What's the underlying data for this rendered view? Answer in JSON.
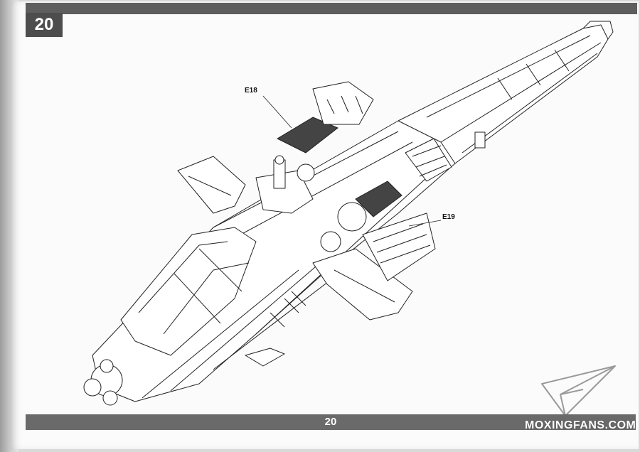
{
  "step_badge": "20",
  "page_number": "20",
  "callouts": {
    "part_a": "E18",
    "part_b": "E19"
  },
  "watermark": {
    "text": "MOXINGFANS.COM",
    "icon": "paper-plane-logo-icon"
  },
  "colors": {
    "band": "#5e5e5e",
    "badge": "#4d4d4d",
    "paper": "#fbfbfb"
  }
}
